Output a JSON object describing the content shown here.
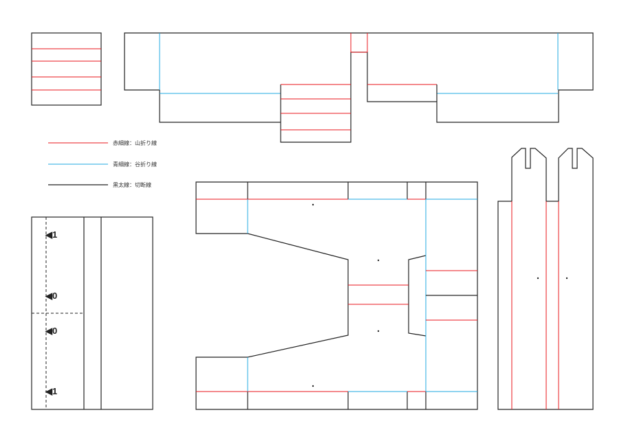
{
  "legend": [
    {
      "label": "赤細線：山折り線",
      "color": "#e8161b"
    },
    {
      "label": "青細線：谷折り線",
      "color": "#1fa8e0"
    },
    {
      "label": "黒太線：切断線",
      "color": "#222222"
    }
  ],
  "markers": [
    "◀1",
    "◀0",
    "◀0",
    "◀1"
  ]
}
